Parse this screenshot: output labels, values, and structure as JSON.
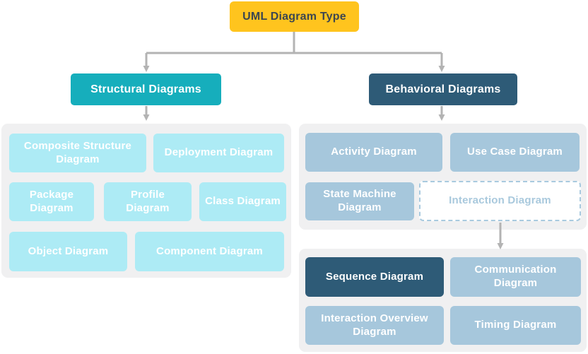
{
  "diagram": {
    "title": "UML Diagram Type",
    "branches": {
      "structural": {
        "label": "Structural Diagrams"
      },
      "behavioral": {
        "label": "Behavioral Diagrams"
      }
    },
    "structural_group": {
      "items": [
        {
          "label": "Composite Structure Diagram"
        },
        {
          "label": "Deployment Diagram"
        },
        {
          "label": "Package Diagram"
        },
        {
          "label": "Profile Diagram"
        },
        {
          "label": "Class Diagram"
        },
        {
          "label": "Object Diagram"
        },
        {
          "label": "Component Diagram"
        }
      ]
    },
    "behavioral_group": {
      "items": [
        {
          "label": "Activity Diagram"
        },
        {
          "label": "Use Case Diagram"
        },
        {
          "label": "State Machine Diagram"
        },
        {
          "label": "Interaction Diagram",
          "style": "dashed"
        }
      ]
    },
    "interaction_group": {
      "items": [
        {
          "label": "Sequence Diagram",
          "style": "highlighted"
        },
        {
          "label": "Communication Diagram"
        },
        {
          "label": "Interaction Overview Diagram"
        },
        {
          "label": "Timing Diagram"
        }
      ]
    },
    "colors": {
      "root_fill": "#FFC41E",
      "root_text": "#3C4650",
      "structural_branch_fill": "#16AEBC",
      "behavioral_branch_fill": "#2E5B77",
      "structural_item_fill": "#ADEBF5",
      "behavioral_item_fill": "#A6C7DC",
      "highlighted_item_fill": "#2E5B77",
      "dashed_item_border": "#A9CADF",
      "dashed_item_text": "#A9C9DD",
      "group_container_fill": "#F0F0F1",
      "connector_line": "#B3B3B3",
      "item_text": "#FFFFFF"
    }
  }
}
